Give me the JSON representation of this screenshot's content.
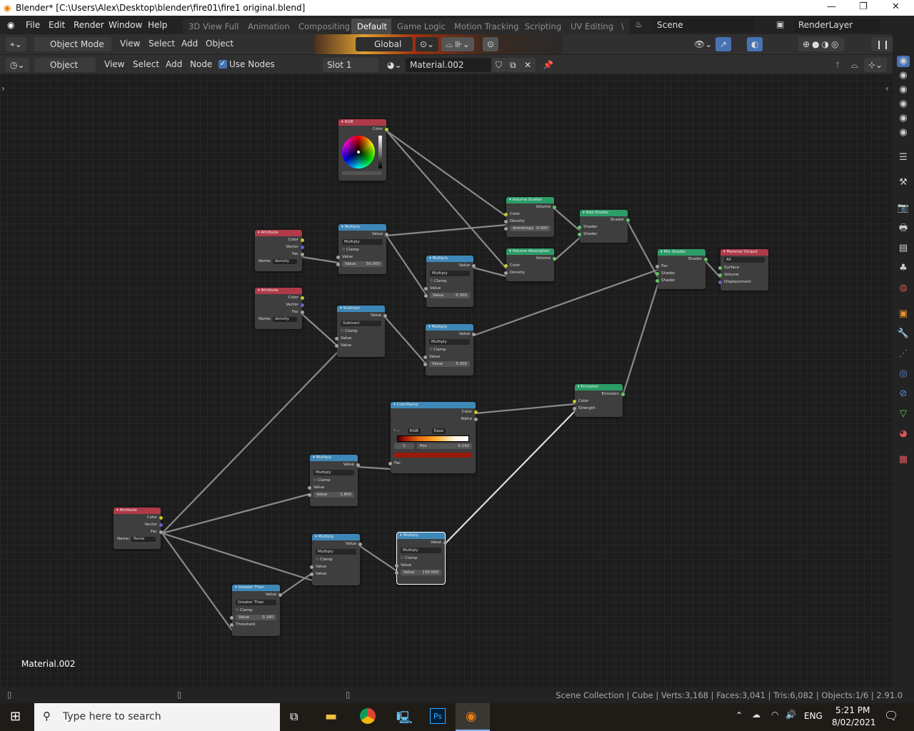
{
  "window": {
    "title": "Blender* [C:\\Users\\Alex\\Desktop\\blender\\fire01\\fire1 original.blend]",
    "controls": [
      "—",
      "❐",
      "✕"
    ]
  },
  "menubar": {
    "items": [
      "File",
      "Edit",
      "Render",
      "Window",
      "Help"
    ]
  },
  "workspaces": [
    {
      "label": "3D View Full",
      "active": false
    },
    {
      "label": "Animation",
      "active": false
    },
    {
      "label": "Compositing",
      "active": false
    },
    {
      "label": "Default",
      "active": true
    },
    {
      "label": "Game Logic",
      "active": false
    },
    {
      "label": "Motion Tracking",
      "active": false
    },
    {
      "label": "Scripting",
      "active": false
    },
    {
      "label": "UV Editing",
      "active": false
    },
    {
      "label": "\\",
      "active": false
    }
  ],
  "scene": {
    "name": "Scene",
    "view_layer": "RenderLayer"
  },
  "viewport_header": {
    "mode": "Object Mode",
    "menus": [
      "View",
      "Select",
      "Add",
      "Object"
    ],
    "orientation": "Global"
  },
  "node_header": {
    "type": "Object",
    "menus": [
      "View",
      "Select",
      "Add",
      "Node"
    ],
    "use_nodes_label": "Use Nodes",
    "use_nodes": true,
    "slot": "Slot 1",
    "material": "Material.002"
  },
  "canvas_label": "Material.002",
  "nodes": {
    "rgb": {
      "title": "RGB",
      "kind": "input",
      "rows": [
        {
          "t": "out",
          "label": "Color",
          "s": "color"
        },
        {
          "t": "wheel"
        }
      ]
    },
    "attr1": {
      "title": "Attribute",
      "kind": "input",
      "rows": [
        {
          "t": "out",
          "label": "Color",
          "s": "color"
        },
        {
          "t": "out",
          "label": "Vector",
          "s": "vector"
        },
        {
          "t": "out",
          "label": "Fac",
          "s": "float"
        },
        {
          "t": "name",
          "label": "Name:",
          "value": "density"
        }
      ]
    },
    "attr2": {
      "title": "Attribute",
      "kind": "input",
      "rows": [
        {
          "t": "out",
          "label": "Color",
          "s": "color"
        },
        {
          "t": "out",
          "label": "Vector",
          "s": "vector"
        },
        {
          "t": "out",
          "label": "Fac",
          "s": "float"
        },
        {
          "t": "name",
          "label": "Name:",
          "value": "density"
        }
      ]
    },
    "attr3": {
      "title": "Attribute",
      "kind": "input",
      "rows": [
        {
          "t": "out",
          "label": "Color",
          "s": "color"
        },
        {
          "t": "out",
          "label": "Vector",
          "s": "vector"
        },
        {
          "t": "out",
          "label": "Fac",
          "s": "float"
        },
        {
          "t": "name",
          "label": "Name:",
          "value": "flame"
        }
      ]
    },
    "mul1": {
      "title": "Multiply",
      "kind": "converter",
      "rows": [
        {
          "t": "out",
          "label": "Value",
          "s": "float"
        },
        {
          "t": "dd",
          "label": "Multiply"
        },
        {
          "t": "chk",
          "label": "Clamp"
        },
        {
          "t": "in",
          "label": "Value",
          "s": "float"
        },
        {
          "t": "field",
          "label": "Value",
          "value": "50.000"
        }
      ]
    },
    "mul2": {
      "title": "Multiply",
      "kind": "converter",
      "rows": [
        {
          "t": "out",
          "label": "Value",
          "s": "float"
        },
        {
          "t": "dd",
          "label": "Multiply"
        },
        {
          "t": "chk",
          "label": "Clamp"
        },
        {
          "t": "in",
          "label": "Value",
          "s": "float"
        },
        {
          "t": "field",
          "label": "Value",
          "value": "0.300"
        }
      ]
    },
    "sub": {
      "title": "Subtract",
      "kind": "converter",
      "rows": [
        {
          "t": "out",
          "label": "Value",
          "s": "float"
        },
        {
          "t": "dd",
          "label": "Subtract"
        },
        {
          "t": "chk",
          "label": "Clamp"
        },
        {
          "t": "in",
          "label": "Value",
          "s": "float"
        },
        {
          "t": "in",
          "label": "Value",
          "s": "float"
        }
      ]
    },
    "mul3": {
      "title": "Multiply",
      "kind": "converter",
      "rows": [
        {
          "t": "out",
          "label": "Value",
          "s": "float"
        },
        {
          "t": "dd",
          "label": "Multiply"
        },
        {
          "t": "chk",
          "label": "Clamp"
        },
        {
          "t": "in",
          "label": "Value",
          "s": "float"
        },
        {
          "t": "field",
          "label": "Value",
          "value": "5.000"
        }
      ]
    },
    "vscatter": {
      "title": "Volume Scatter",
      "kind": "shader",
      "rows": [
        {
          "t": "out",
          "label": "Volume",
          "s": "shader"
        },
        {
          "t": "in",
          "label": "Color",
          "s": "color"
        },
        {
          "t": "in",
          "label": "Density",
          "s": "float"
        },
        {
          "t": "field",
          "label": "Anisotropy",
          "value": "0.000"
        }
      ]
    },
    "vabs": {
      "title": "Volume Absorption",
      "kind": "shader",
      "rows": [
        {
          "t": "out",
          "label": "Volume",
          "s": "shader"
        },
        {
          "t": "in",
          "label": "Color",
          "s": "color"
        },
        {
          "t": "in",
          "label": "Density",
          "s": "float"
        }
      ]
    },
    "add": {
      "title": "Add Shader",
      "kind": "shader",
      "rows": [
        {
          "t": "out",
          "label": "Shader",
          "s": "shader"
        },
        {
          "t": "in",
          "label": "Shader",
          "s": "shader"
        },
        {
          "t": "in",
          "label": "Shader",
          "s": "shader"
        }
      ]
    },
    "mix": {
      "title": "Mix Shader",
      "kind": "shader",
      "rows": [
        {
          "t": "out",
          "label": "Shader",
          "s": "shader"
        },
        {
          "t": "in",
          "label": "Fac",
          "s": "float"
        },
        {
          "t": "in",
          "label": "Shader",
          "s": "shader"
        },
        {
          "t": "in",
          "label": "Shader",
          "s": "shader"
        }
      ]
    },
    "matout": {
      "title": "Material Output",
      "kind": "output",
      "rows": [
        {
          "t": "dd",
          "label": "All"
        },
        {
          "t": "in",
          "label": "Surface",
          "s": "shader"
        },
        {
          "t": "in",
          "label": "Volume",
          "s": "shader"
        },
        {
          "t": "in",
          "label": "Displacement",
          "s": "vector"
        }
      ]
    },
    "emission": {
      "title": "Emission",
      "kind": "shader",
      "rows": [
        {
          "t": "out",
          "label": "Emission",
          "s": "shader"
        },
        {
          "t": "in",
          "label": "Color",
          "s": "color"
        },
        {
          "t": "in",
          "label": "Strength",
          "s": "float"
        }
      ]
    },
    "ramp": {
      "title": "ColorRamp",
      "kind": "converter",
      "rows": [
        {
          "t": "out",
          "label": "Color",
          "s": "color"
        },
        {
          "t": "out",
          "label": "Alpha",
          "s": "float"
        },
        {
          "t": "rampctl",
          "label": "RGB",
          "value": "Ease"
        },
        {
          "t": "rampbar"
        },
        {
          "t": "rampsel",
          "label": "1",
          "value": "0.142",
          "pos": "Pos"
        },
        {
          "t": "swatch"
        },
        {
          "t": "in",
          "label": "Fac",
          "s": "float"
        }
      ]
    },
    "mul4": {
      "title": "Multiply",
      "kind": "converter",
      "rows": [
        {
          "t": "out",
          "label": "Value",
          "s": "float"
        },
        {
          "t": "dd",
          "label": "Multiply"
        },
        {
          "t": "chk",
          "label": "Clamp"
        },
        {
          "t": "in",
          "label": "Value",
          "s": "float"
        },
        {
          "t": "field",
          "label": "Value",
          "value": "1.800"
        }
      ]
    },
    "mul5": {
      "title": "Multiply",
      "kind": "converter",
      "rows": [
        {
          "t": "out",
          "label": "Value",
          "s": "float"
        },
        {
          "t": "dd",
          "label": "Multiply"
        },
        {
          "t": "chk",
          "label": "Clamp"
        },
        {
          "t": "in",
          "label": "Value",
          "s": "float"
        },
        {
          "t": "in",
          "label": "Value",
          "s": "float"
        }
      ]
    },
    "mul6": {
      "title": "Multiply",
      "kind": "converter",
      "selected": true,
      "rows": [
        {
          "t": "out",
          "label": "Value",
          "s": "float"
        },
        {
          "t": "dd",
          "label": "Multiply"
        },
        {
          "t": "chk",
          "label": "Clamp"
        },
        {
          "t": "in",
          "label": "Value",
          "s": "float"
        },
        {
          "t": "field",
          "label": "Value",
          "value": "130.000"
        }
      ]
    },
    "gt": {
      "title": "Greater Than",
      "kind": "converter",
      "rows": [
        {
          "t": "out",
          "label": "Value",
          "s": "float"
        },
        {
          "t": "dd",
          "label": "Greater Than"
        },
        {
          "t": "chk",
          "label": "Clamp"
        },
        {
          "t": "field",
          "label": "Value",
          "value": "0.180"
        },
        {
          "t": "in",
          "label": "Threshold",
          "s": "float"
        }
      ]
    }
  },
  "colors": {
    "input": "#b03a48",
    "converter": "#3d88b8",
    "shader": "#2c9c68",
    "output": "#b03a48",
    "color": "#c7c729",
    "vector": "#6363c7",
    "float": "#a1a1a1",
    "shader_socket": "#63c763",
    "ramp_swatch": "#9a1a0a"
  },
  "statusbar": {
    "text": "Scene Collection | Cube | Verts:3,168 | Faces:3,041 | Tris:6,082 | Objects:1/6 | 2.91.0"
  },
  "taskbar": {
    "search_placeholder": "Type here to search",
    "lang": "ENG",
    "time": "5:21 PM",
    "date": "8/02/2021"
  }
}
